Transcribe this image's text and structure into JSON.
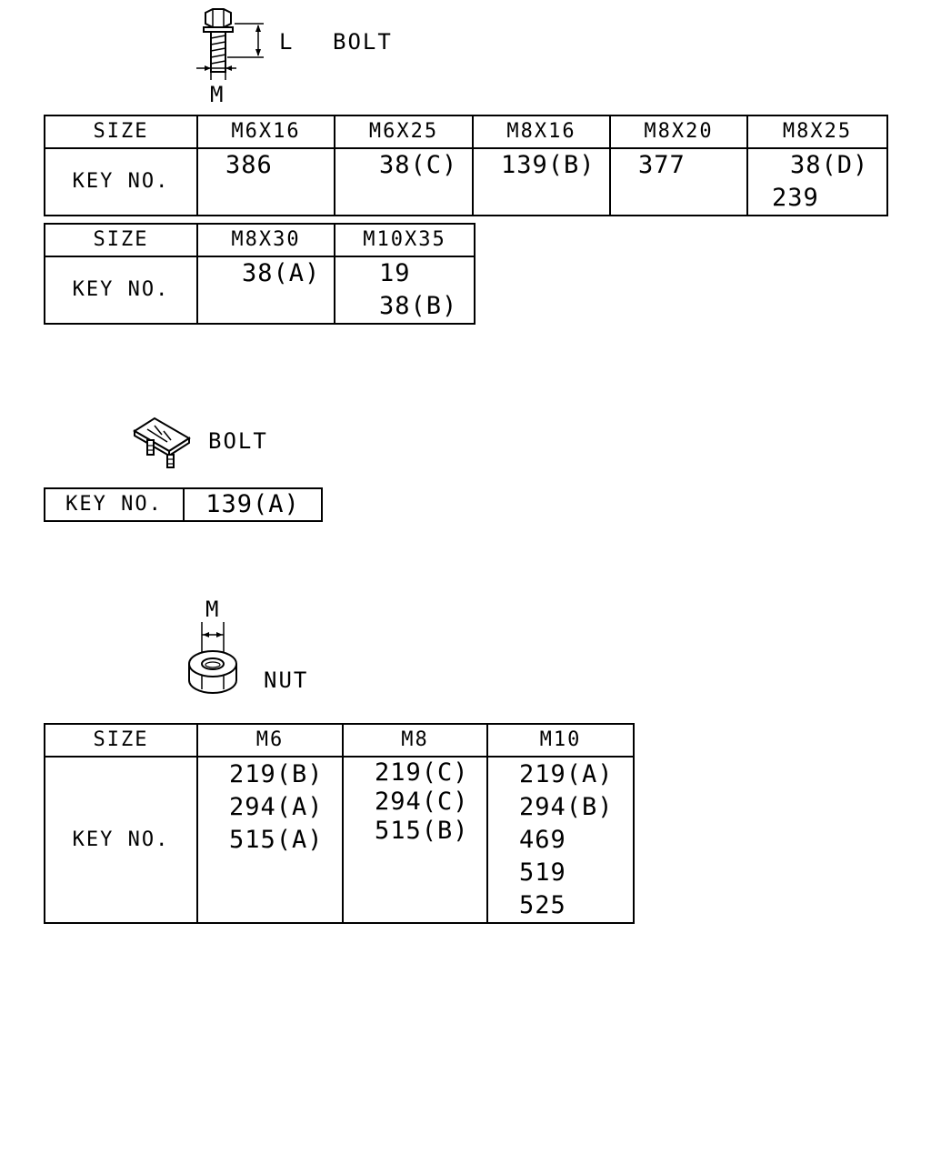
{
  "bolt_section": {
    "icon": "flange-bolt-icon",
    "label": "BOLT",
    "dim_length": "L",
    "dim_diameter": "M",
    "table1": {
      "header_label": "SIZE",
      "row_label": "KEY NO.",
      "sizes": [
        "M6X16",
        "M6X25",
        "M8X16",
        "M8X20",
        "M8X25"
      ],
      "key_nos": [
        [
          "386"
        ],
        [
          "38(C)"
        ],
        [
          "139(B)"
        ],
        [
          "377"
        ],
        [
          "38(D)",
          "239"
        ]
      ]
    },
    "table2": {
      "header_label": "SIZE",
      "row_label": "KEY NO.",
      "sizes": [
        "M8X30",
        "M10X35"
      ],
      "key_nos": [
        [
          "38(A)"
        ],
        [
          "19",
          "38(B)"
        ]
      ]
    }
  },
  "plate_bolt_section": {
    "icon": "plate-bolt-icon",
    "label": "BOLT",
    "table": {
      "row_label": "KEY NO.",
      "key_no": "139(A)"
    }
  },
  "nut_section": {
    "icon": "nut-icon",
    "label": "NUT",
    "dim_diameter": "M",
    "table": {
      "header_label": "SIZE",
      "row_label": "KEY NO.",
      "sizes": [
        "M6",
        "M8",
        "M10"
      ],
      "key_nos": [
        [
          "219(B)",
          "294(A)",
          "515(A)"
        ],
        [
          "219(C)",
          "294(C)",
          "515(B)"
        ],
        [
          "219(A)",
          "294(B)",
          "469",
          "519",
          "525"
        ]
      ]
    }
  }
}
